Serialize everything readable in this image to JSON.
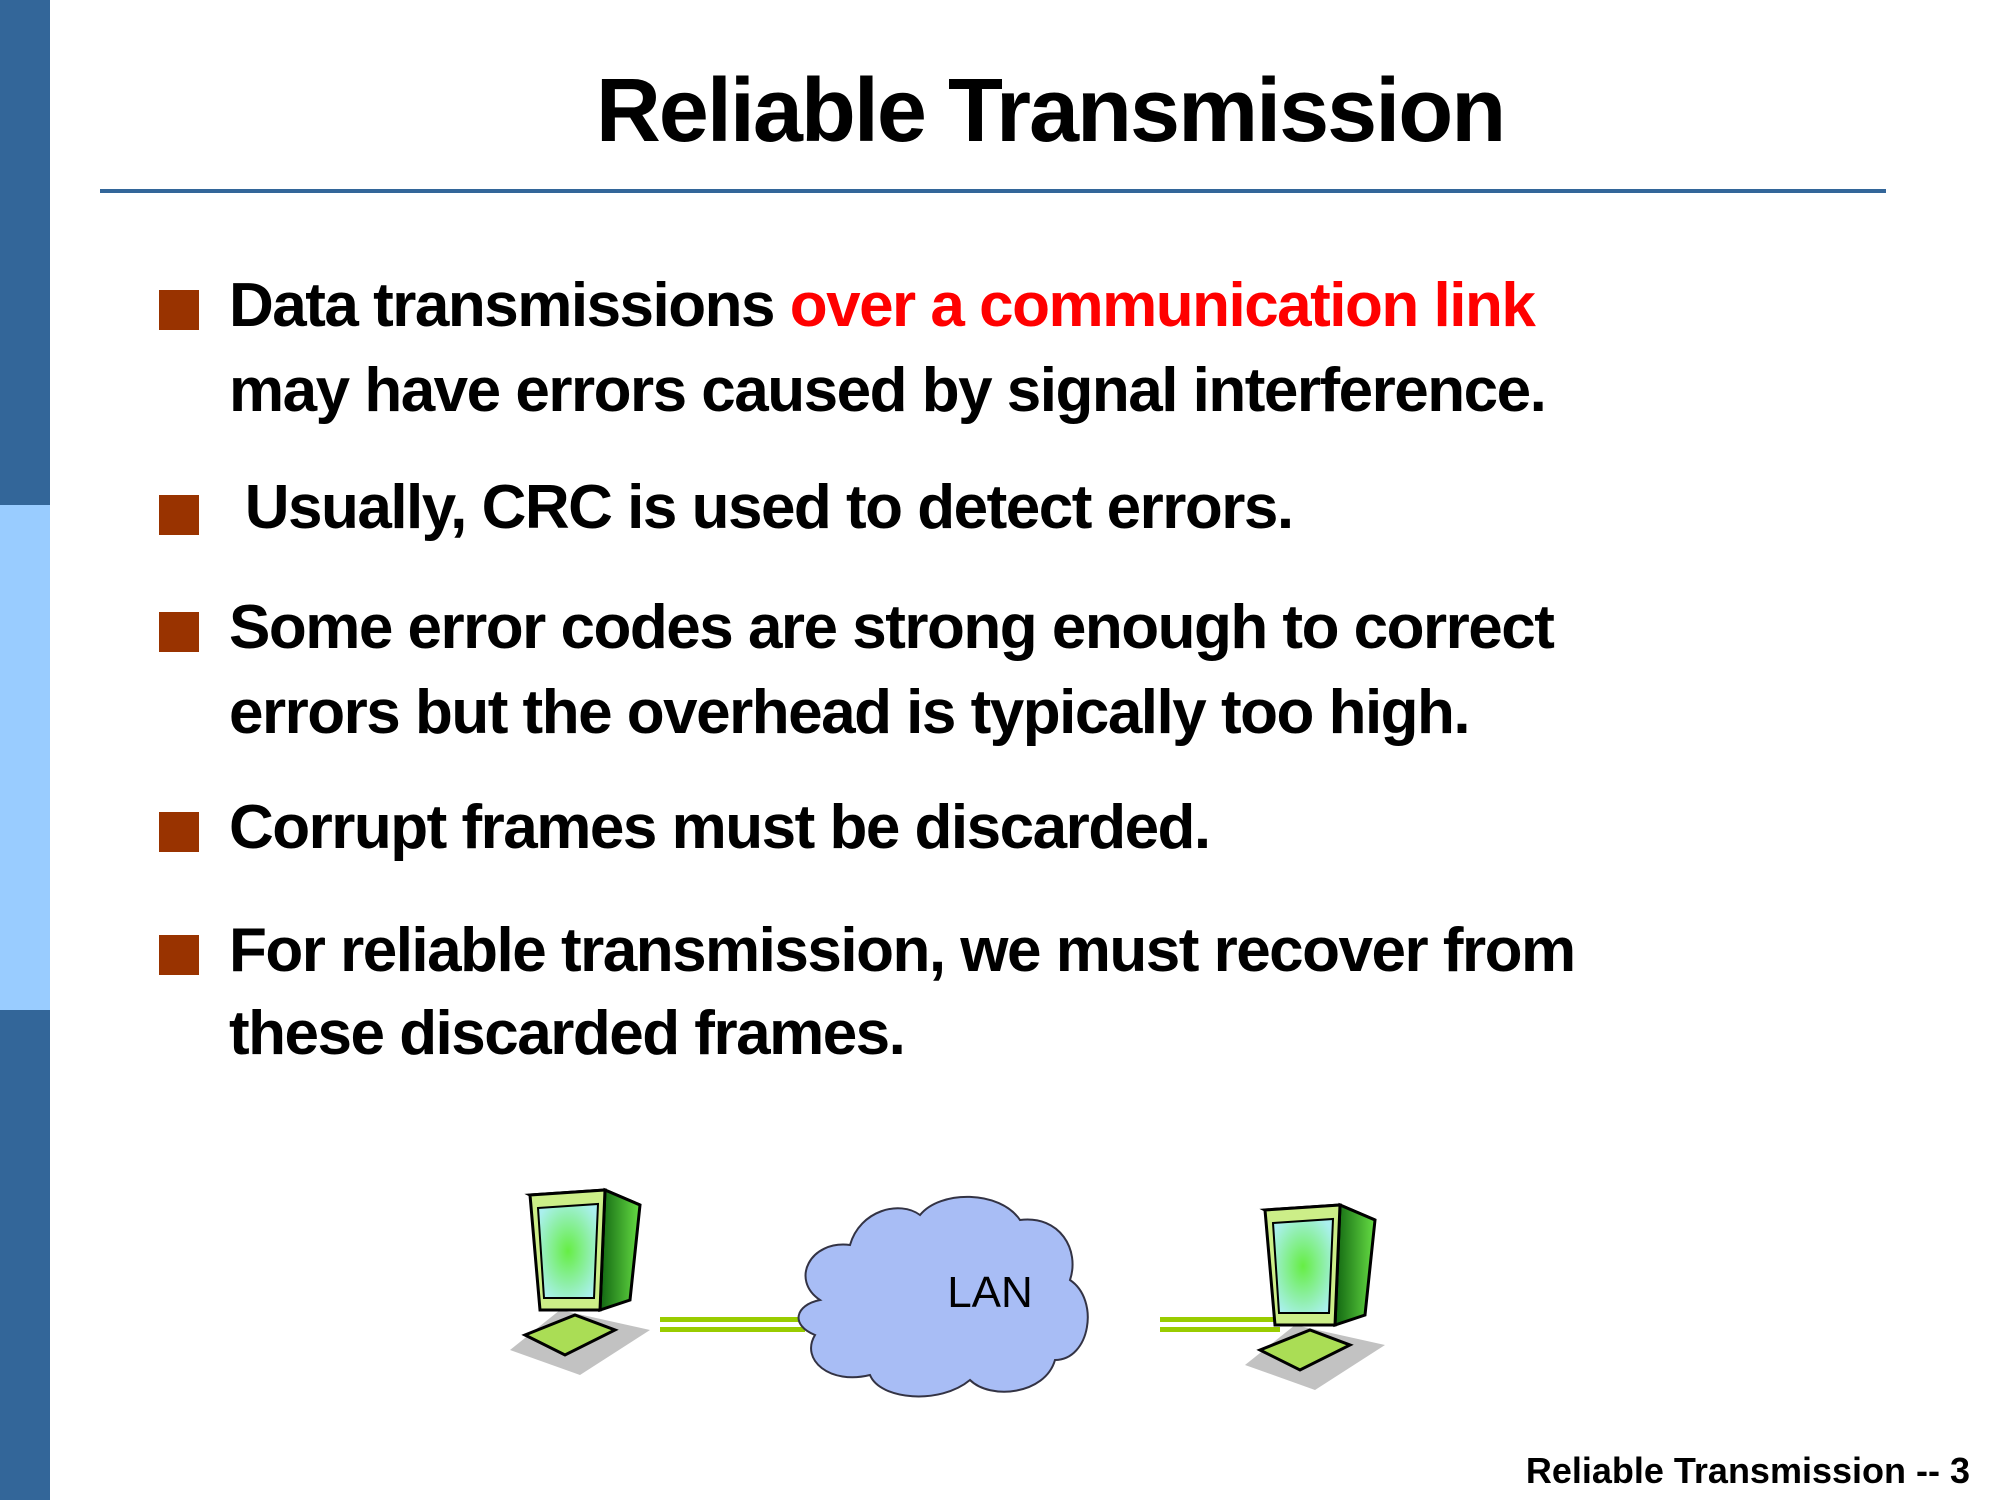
{
  "slide": {
    "title": "Reliable Transmission",
    "bullets": [
      {
        "lines": [
          {
            "before": "Data transmissions ",
            "highlight": "over a communication link"
          },
          "may have errors caused by signal interference."
        ]
      },
      {
        "lines": [
          " Usually, CRC is used to detect errors."
        ]
      },
      {
        "lines": [
          "Some error codes are strong enough to correct",
          "errors but the overhead is typically too high."
        ]
      },
      {
        "lines": [
          "Corrupt frames must be discarded."
        ]
      },
      {
        "lines": [
          "For reliable transmission, we must recover from",
          "these discarded frames."
        ]
      }
    ],
    "diagram": {
      "cloud_label": "LAN"
    },
    "footer": "Reliable Transmission -- 3"
  },
  "colors": {
    "accent": "#336699",
    "light_accent": "#99ccff",
    "bullet": "#993300",
    "highlight": "#ff0000",
    "cloud": "#a8bdf5"
  }
}
